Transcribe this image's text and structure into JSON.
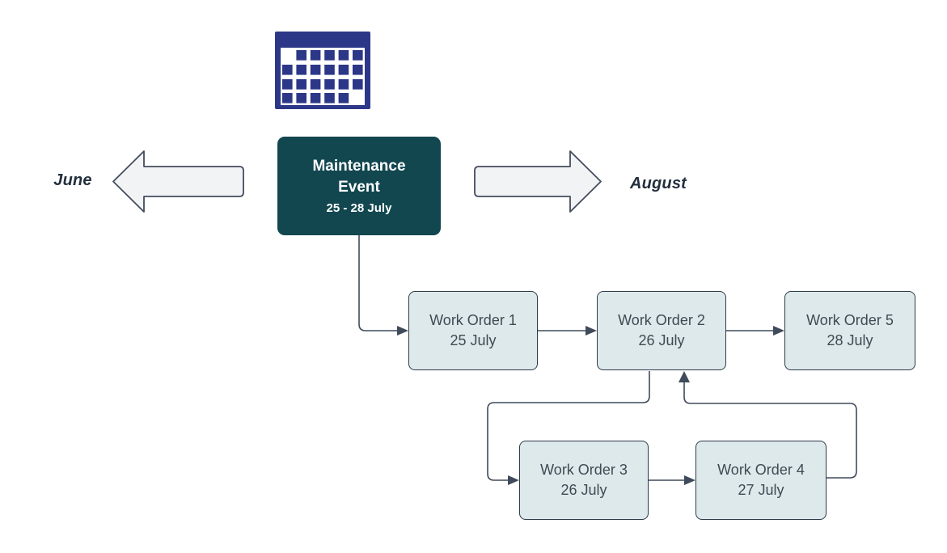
{
  "diagram": {
    "icon": {
      "name": "calendar-icon"
    },
    "timeline": {
      "left_label": "June",
      "right_label": "August"
    },
    "event": {
      "title": "Maintenance Event",
      "dates": "25 - 28 July"
    },
    "work_orders": [
      {
        "label": "Work Order 1",
        "date": "25 July"
      },
      {
        "label": "Work Order 2",
        "date": "26 July"
      },
      {
        "label": "Work Order 5",
        "date": "28 July"
      },
      {
        "label": "Work Order 3",
        "date": "26 July"
      },
      {
        "label": "Work Order 4",
        "date": "27 July"
      }
    ],
    "edges": [
      {
        "from": "Maintenance Event",
        "to": "Work Order 1"
      },
      {
        "from": "Work Order 1",
        "to": "Work Order 2"
      },
      {
        "from": "Work Order 2",
        "to": "Work Order 5"
      },
      {
        "from": "Work Order 2",
        "to": "Work Order 3"
      },
      {
        "from": "Work Order 3",
        "to": "Work Order 4"
      },
      {
        "from": "Work Order 4",
        "to": "Work Order 2"
      }
    ],
    "colors": {
      "event_bg": "#124750",
      "event_text": "#ffffff",
      "work_order_bg": "#dde9ea",
      "work_order_border": "#2f3b49",
      "connector": "#3f4a5a",
      "timeline_arrow_fill": "#f2f3f5",
      "timeline_arrow_border": "#434c5e",
      "month_label_text": "#232f3e",
      "calendar_icon": "#2d3787"
    }
  }
}
